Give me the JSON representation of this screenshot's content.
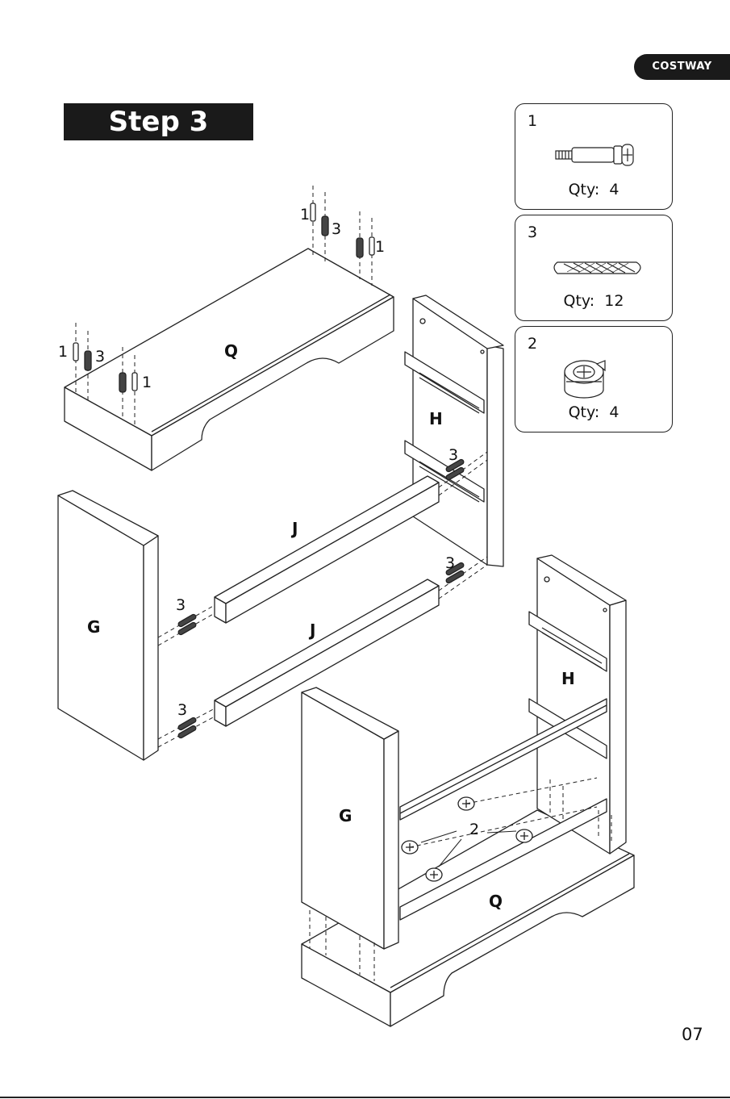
{
  "brand": "COSTWAY",
  "step_title": "Step 3",
  "parts": [
    {
      "number": "1",
      "icon": "cam-bolt-icon",
      "qty_label": "Qty:",
      "qty_value": "4"
    },
    {
      "number": "3",
      "icon": "wooden-dowel-icon",
      "qty_label": "Qty:",
      "qty_value": "12"
    },
    {
      "number": "2",
      "icon": "cam-lock-icon",
      "qty_label": "Qty:",
      "qty_value": "4"
    }
  ],
  "diagram": {
    "panel_top": "Q",
    "panel_right_side": "H",
    "panel_left_side": "G",
    "rail_upper": "J",
    "rail_lower": "J",
    "assembled_right_side": "H",
    "assembled_left_side": "G",
    "assembled_base": "Q",
    "callout_bolt": "1",
    "callout_dowel": "3",
    "callout_cam": "2"
  },
  "page_number": "07"
}
